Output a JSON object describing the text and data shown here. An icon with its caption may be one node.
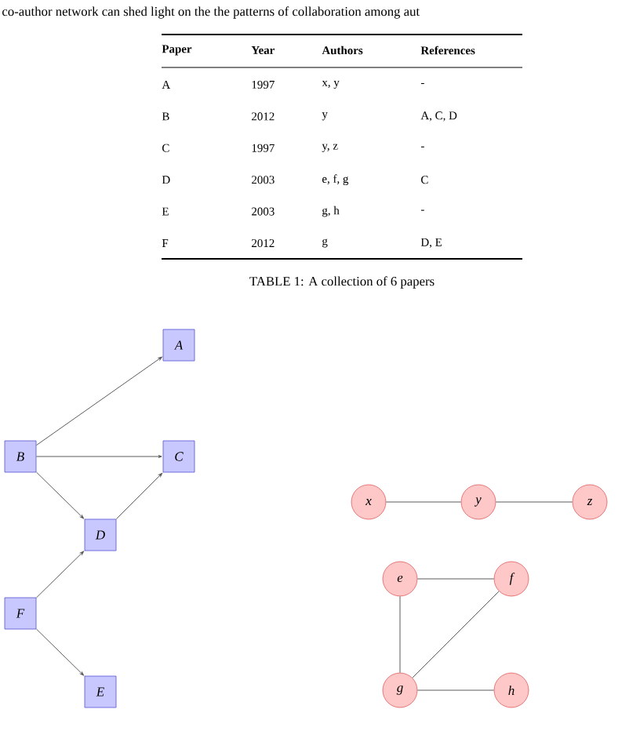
{
  "diagram": {
    "caption": "TABLE 1: A collection of 6 papers",
    "nodes": [
      {
        "text": [
          "A"
        ]
      },
      {
        "text": [
          "B"
        ]
      },
      {
        "text": [
          "C"
        ]
      },
      {
        "text": [
          "D"
        ]
      },
      {
        "text": [
          "F"
        ]
      },
      {
        "text": [
          "E"
        ]
      },
      {
        "text": [
          "x"
        ]
      },
      {
        "text": [
          "y"
        ]
      },
      {
        "text": [
          "z"
        ]
      },
      {
        "text": [
          "e"
        ]
      },
      {
        "text": [
          "f"
        ]
      },
      {
        "text": [
          "g"
        ]
      },
      {
        "text": [
          "h"
        ]
      }
    ],
    "edges": [
      {
        "from": 1,
        "to": 0,
        "arrow": "to"
      },
      {
        "from": 1,
        "to": 2,
        "arrow": "to"
      },
      {
        "from": 1,
        "to": 3,
        "arrow": "to"
      },
      {
        "from": 3,
        "to": 2,
        "arrow": "to"
      },
      {
        "from": 4,
        "to": 3,
        "arrow": "to"
      },
      {
        "from": 4,
        "to": 5,
        "arrow": "to"
      },
      {
        "from": 6,
        "to": 7,
        "arrow": "none"
      },
      {
        "from": 7,
        "to": 8,
        "arrow": "none"
      },
      {
        "from": 9,
        "to": 10,
        "arrow": "none"
      },
      {
        "from": 9,
        "to": 11,
        "arrow": "none"
      },
      {
        "from": 10,
        "to": 11,
        "arrow": "none"
      },
      {
        "from": 11,
        "to": 12,
        "arrow": "none"
      }
    ],
    "labels": [
      "co-author network can shed light on the the patterns of collaboration among aut",
      "Paper",
      "Year",
      "Authors",
      "References",
      "A",
      "1997",
      "x, y",
      "-",
      "B",
      "2012",
      "y",
      "A, C, D",
      "C",
      "1997",
      "y, z",
      "-",
      "D",
      "2003",
      "e, f, g",
      "C",
      "E",
      "2003",
      "g, h",
      "-",
      "F",
      "2012",
      "g",
      "D, E"
    ]
  }
}
